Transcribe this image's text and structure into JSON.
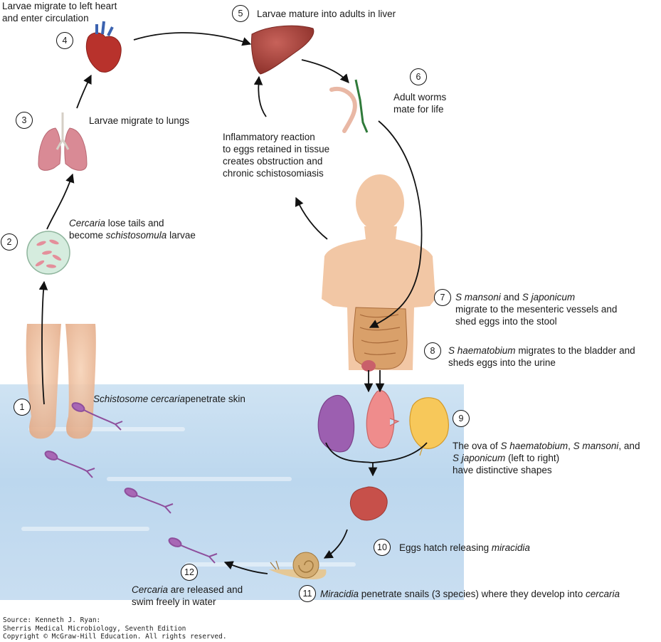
{
  "steps": [
    {
      "n": "1"
    },
    {
      "n": "2"
    },
    {
      "n": "3"
    },
    {
      "n": "4"
    },
    {
      "n": "5"
    },
    {
      "n": "6"
    },
    {
      "n": "7"
    },
    {
      "n": "8"
    },
    {
      "n": "9"
    },
    {
      "n": "10"
    },
    {
      "n": "11"
    },
    {
      "n": "12"
    }
  ],
  "labels": {
    "s1": {
      "italic": "Schistosome cercaria",
      "text": "penetrate skin"
    },
    "s2": {
      "italic1": "Cercaria",
      "text1": " lose tails and",
      "text2": "become ",
      "italic2": "schistosomula",
      "text3": " larvae"
    },
    "s3": "Larvae migrate to lungs",
    "s4": {
      "line1": "Larvae migrate to left heart",
      "line2": "and enter circulation"
    },
    "s5": "Larvae mature into adults in liver",
    "s6": {
      "line1": "Adult worms",
      "line2": "mate for life"
    },
    "inflammatory": {
      "line1": "Inflammatory reaction",
      "line2": "to eggs retained in tissue",
      "line3": "creates obstruction and",
      "line4": "chronic schistosomiasis"
    },
    "s7": {
      "italic1": "S mansoni",
      "text1": " and ",
      "italic2": "S japonicum",
      "line2": "migrate to the mesenteric vessels and",
      "line3": "shed eggs into the stool"
    },
    "s8": {
      "italic": "S haematobium",
      "text": " migrates to the bladder and",
      "line2": "sheds eggs into the urine"
    },
    "s9": {
      "text1": "The ova of ",
      "italic1": "S haematobium",
      "text2": ", ",
      "italic2": "S mansoni",
      "text3": ", and",
      "italic3": "S japonicum",
      "text4": " (left to right)",
      "line3": "have distinctive shapes"
    },
    "s10": {
      "text": "Eggs hatch releasing ",
      "italic": "miracidia"
    },
    "s11": {
      "italic1": "Miracidia",
      "text1": " penetrate snails (3 species) where they develop into ",
      "italic2": "cercaria"
    },
    "s12": {
      "italic": "Cercaria",
      "text": " are released and",
      "line2": "swim freely in water"
    }
  },
  "source": {
    "line1": "Source: Kenneth J. Ryan:",
    "line2": "Sherris Medical Microbiology, Seventh Edition",
    "line3": "Copyright © McGraw-Hill Education. All rights reserved."
  },
  "colors": {
    "water": "#c4dcf0",
    "skin": "#f2c7a5",
    "liver": "#a8423a",
    "lungs": "#d98a95",
    "heart": "#b8322c",
    "cercaria": "#9b59a8",
    "egg_haematobium": "#9c5fb0",
    "egg_mansoni": "#ef8c8c",
    "egg_japonicum": "#f7c85a",
    "arrow": "#111111"
  }
}
